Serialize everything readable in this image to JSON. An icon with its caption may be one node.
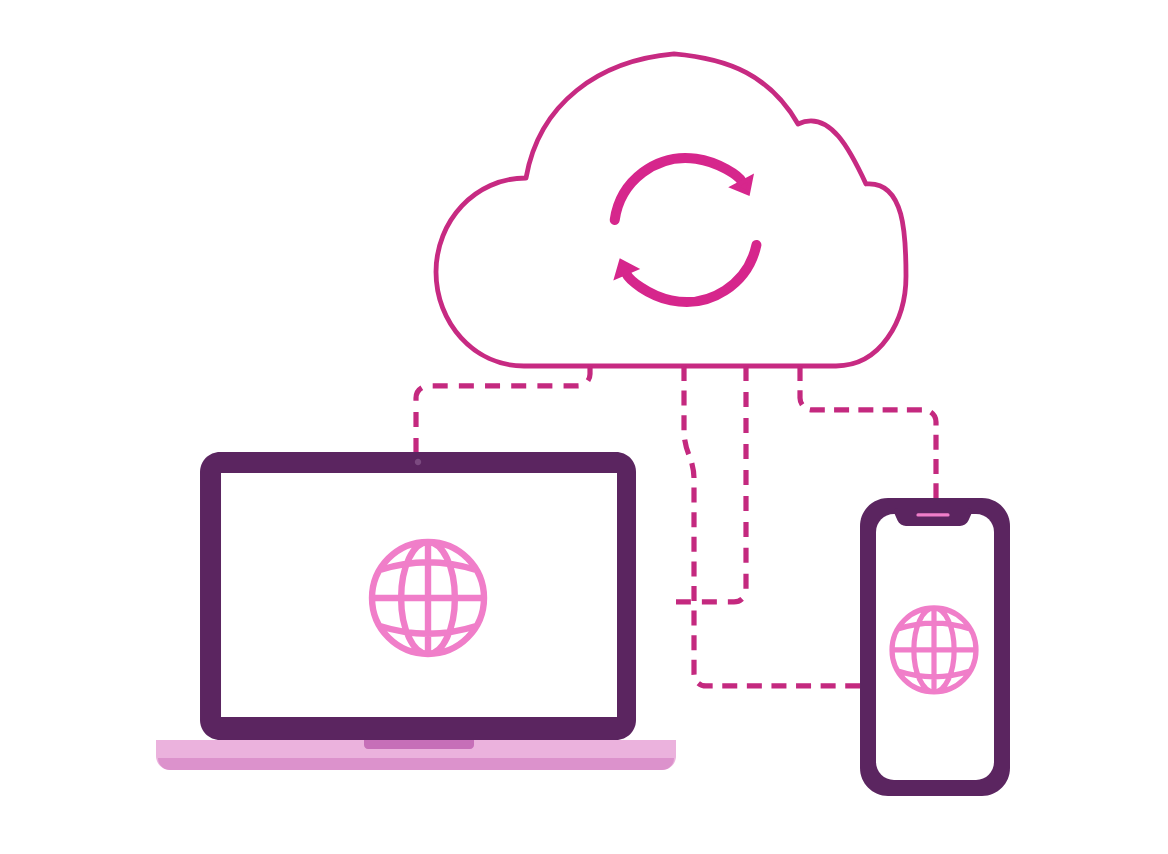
{
  "diagram": {
    "nodes": [
      {
        "text": [],
        "shape": "cloud"
      },
      {
        "text": [],
        "shape": "laptop"
      },
      {
        "text": [],
        "shape": "phone"
      }
    ],
    "edges": [
      {
        "from": 0,
        "to": 1,
        "arrow": "none",
        "style": "dashed"
      },
      {
        "from": 0,
        "to": 2,
        "arrow": "none",
        "style": "dashed"
      },
      {
        "from": 0,
        "to": 1,
        "arrow": "none",
        "style": "dashed"
      },
      {
        "from": 0,
        "to": 2,
        "arrow": "none",
        "style": "dashed"
      }
    ]
  }
}
